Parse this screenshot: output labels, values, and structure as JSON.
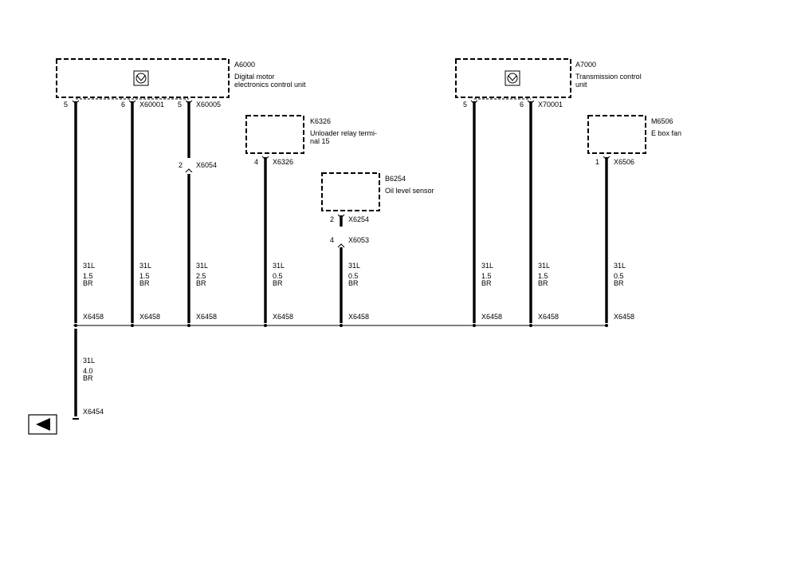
{
  "components": [
    {
      "id": "A6000",
      "line1": "Digital motor",
      "line2": "electronics control unit"
    },
    {
      "id": "A7000",
      "line1": "Transmission control",
      "line2": "unit"
    },
    {
      "id": "K6326",
      "line1": "Unloader relay termi-",
      "line2": "nal 15"
    },
    {
      "id": "B6254",
      "line1": "Oil level sensor",
      "line2": ""
    },
    {
      "id": "M6506",
      "line1": "E  box fan",
      "line2": ""
    }
  ],
  "connectors": {
    "a6000_c1_pin": "5",
    "a6000_c2_pin": "6",
    "a6000_c2": "X60001",
    "a6000_c3_pin": "5",
    "a6000_c3": "X60005",
    "x6054_pin": "2",
    "x6054": "X6054",
    "k6326_pin": "4",
    "k6326": "X6326",
    "b6254_pin": "2",
    "b6254": "X6254",
    "x6053_pin": "4",
    "x6053": "X6053",
    "a7000_c1_pin": "5",
    "a7000_c2_pin": "6",
    "a7000_c2": "X70001",
    "m6506_pin": "1",
    "m6506": "X6506",
    "splice": "X6458",
    "ground": "X6454"
  },
  "wires": [
    {
      "signal": "31L",
      "size": "1.5",
      "color": "BR"
    },
    {
      "signal": "31L",
      "size": "1.5",
      "color": "BR"
    },
    {
      "signal": "31L",
      "size": "2.5",
      "color": "BR"
    },
    {
      "signal": "31L",
      "size": "0.5",
      "color": "BR"
    },
    {
      "signal": "31L",
      "size": "0.5",
      "color": "BR"
    },
    {
      "signal": "31L",
      "size": "1.5",
      "color": "BR"
    },
    {
      "signal": "31L",
      "size": "1.5",
      "color": "BR"
    },
    {
      "signal": "31L",
      "size": "0.5",
      "color": "BR"
    }
  ],
  "ground_wire": {
    "signal": "31L",
    "size": "4.0",
    "color": "BR"
  },
  "nav": {
    "icon": "triangle-left-icon"
  }
}
